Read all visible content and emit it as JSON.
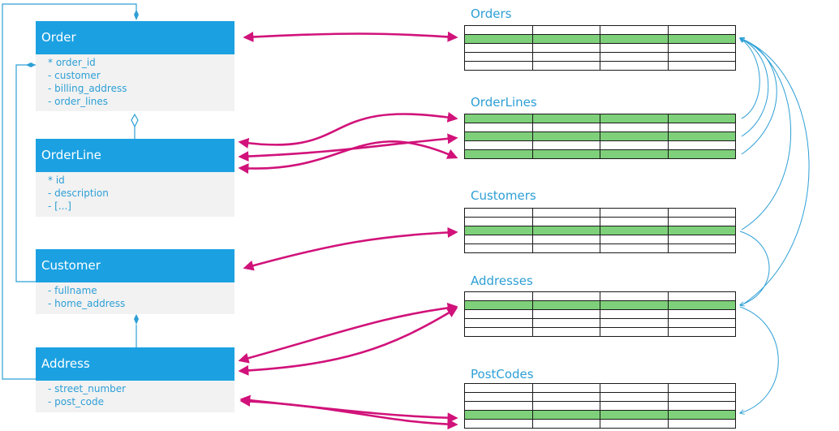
{
  "classes": [
    {
      "name": "Order",
      "attributes": [
        "* order_id",
        "- customer",
        "- billing_address",
        "- order_lines"
      ]
    },
    {
      "name": "OrderLine",
      "attributes": [
        "* id",
        "- description",
        "- [...]"
      ]
    },
    {
      "name": "Customer",
      "attributes": [
        "- fullname",
        "- home_address"
      ]
    },
    {
      "name": "Address",
      "attributes": [
        "- street_number",
        "- post_code"
      ]
    }
  ],
  "tables": [
    {
      "name": "Orders",
      "highlighted_rows": [
        2
      ]
    },
    {
      "name": "OrderLines",
      "highlighted_rows": [
        1,
        3,
        5
      ]
    },
    {
      "name": "Customers",
      "highlighted_rows": [
        3
      ]
    },
    {
      "name": "Addresses",
      "highlighted_rows": [
        2
      ]
    },
    {
      "name": "PostCodes",
      "highlighted_rows": [
        4
      ]
    }
  ],
  "colors": {
    "class_header": "#1ba1e2",
    "class_body": "#f2f2f2",
    "class_text": "#2e9fd6",
    "mapping_arrow": "#d1127a",
    "relation_line": "#2e9fd6",
    "highlight_row": "#7ed07a",
    "table_border": "#1a1a1a"
  }
}
